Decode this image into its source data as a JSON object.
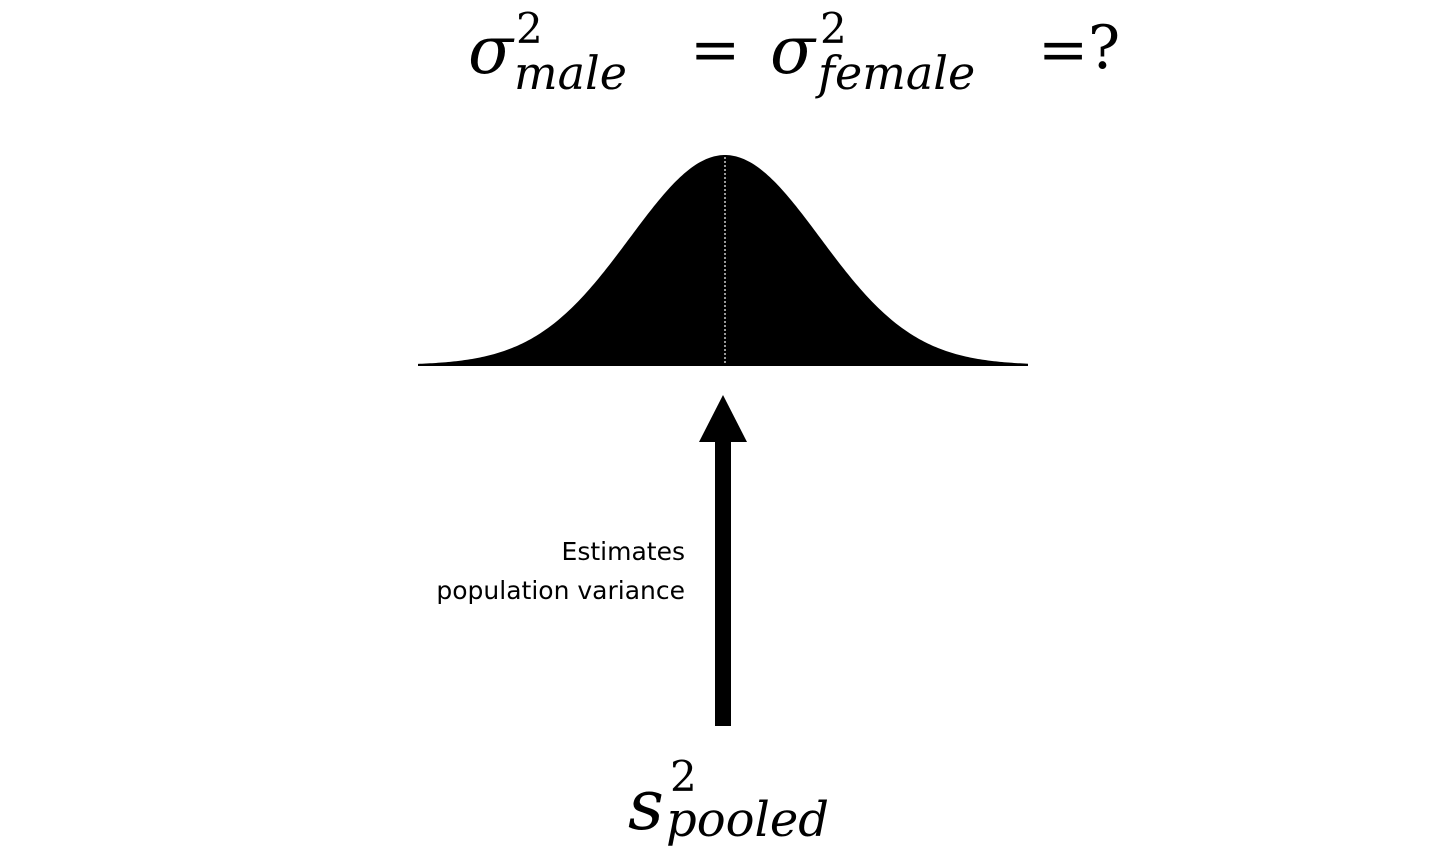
{
  "top_formula": {
    "term1": {
      "base": "σ",
      "superscript": "2",
      "subscript": "male"
    },
    "equals1": "=",
    "term2": {
      "base": "σ",
      "superscript": "2",
      "subscript": "female"
    },
    "equals2": "=",
    "question": "?"
  },
  "annotation": {
    "line1": "Estimates",
    "line2": "population variance"
  },
  "bottom_formula": {
    "base": "s",
    "superscript": "2",
    "subscript": "pooled"
  },
  "colors": {
    "curve_fill": "#000000",
    "arrow_fill": "#000000",
    "center_line": "#ffffff",
    "background": "#ffffff"
  }
}
